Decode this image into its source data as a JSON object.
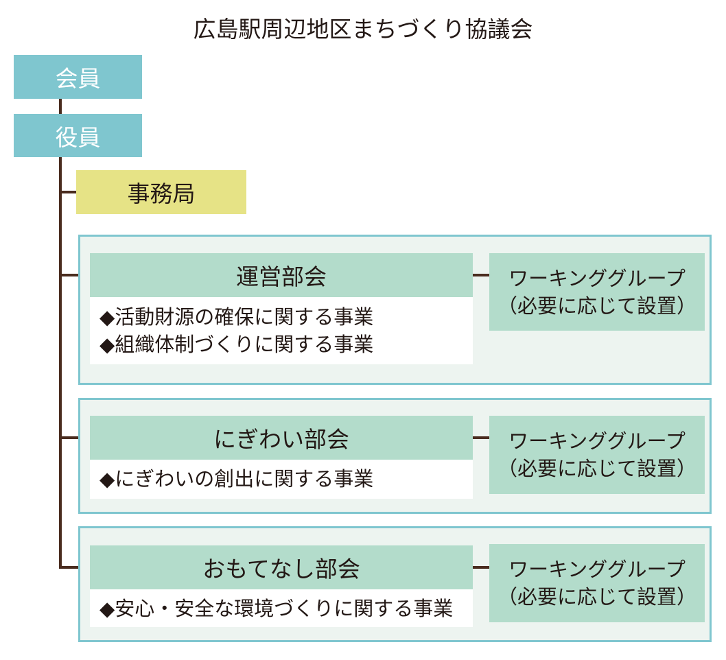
{
  "title": "広島駅周辺地区まちづくり協議会",
  "members": "会員",
  "officers": "役員",
  "secretariat": "事務局",
  "departments": [
    {
      "name": "運営部会",
      "activities": [
        "◆活動財源の確保に関する事業",
        "◆組織体制づくりに関する事業"
      ],
      "working_group": {
        "line1": "ワーキンググループ",
        "line2": "（必要に応じて設置）"
      }
    },
    {
      "name": "にぎわい部会",
      "activities": [
        "◆にぎわいの創出に関する事業"
      ],
      "working_group": {
        "line1": "ワーキンググループ",
        "line2": "（必要に応じて設置）"
      }
    },
    {
      "name": "おもてなし部会",
      "activities": [
        "◆安心・安全な環境づくりに関する事業"
      ],
      "working_group": {
        "line1": "ワーキンググループ",
        "line2": "（必要に応じて設置）"
      }
    }
  ],
  "colors": {
    "teal": "#7fc6cf",
    "yellow": "#e6e386",
    "green": "#b3dccb",
    "panel_bg": "#edf4f0",
    "connector": "#4a2c1f"
  }
}
